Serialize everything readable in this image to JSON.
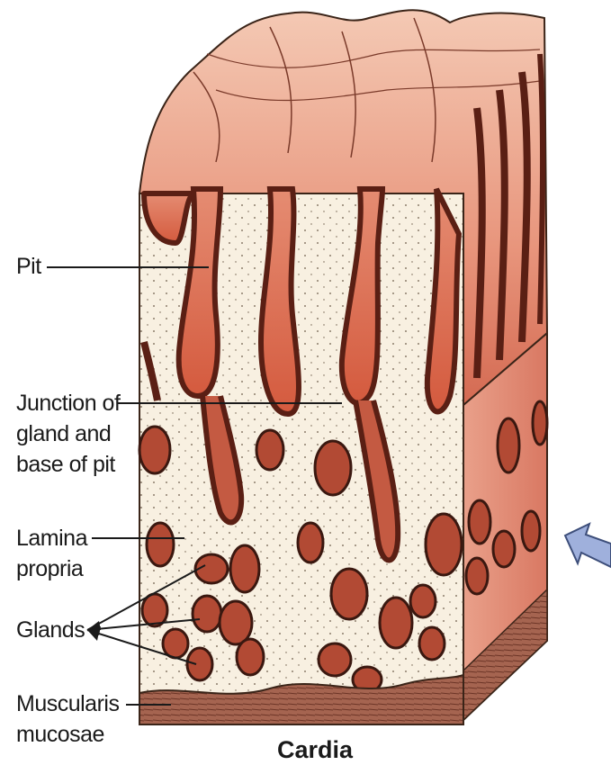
{
  "figure": {
    "caption": "Cardia",
    "labels": {
      "pit": "Pit",
      "junction_1": "Junction of",
      "junction_2": "gland and",
      "junction_3": "base of pit",
      "lamina_1": "Lamina",
      "lamina_2": "propria",
      "glands": "Glands",
      "muscularis_1": "Muscularis",
      "muscularis_2": "mucosae"
    }
  },
  "colors": {
    "surface_top": "#f2c0a8",
    "surface_deep": "#d9745c",
    "epithelium": "#b04a36",
    "lamina": "#f7efe0",
    "muscularis": "#9b5a46",
    "side_face": "#e8917a",
    "arrow": "#9fb0dc"
  }
}
